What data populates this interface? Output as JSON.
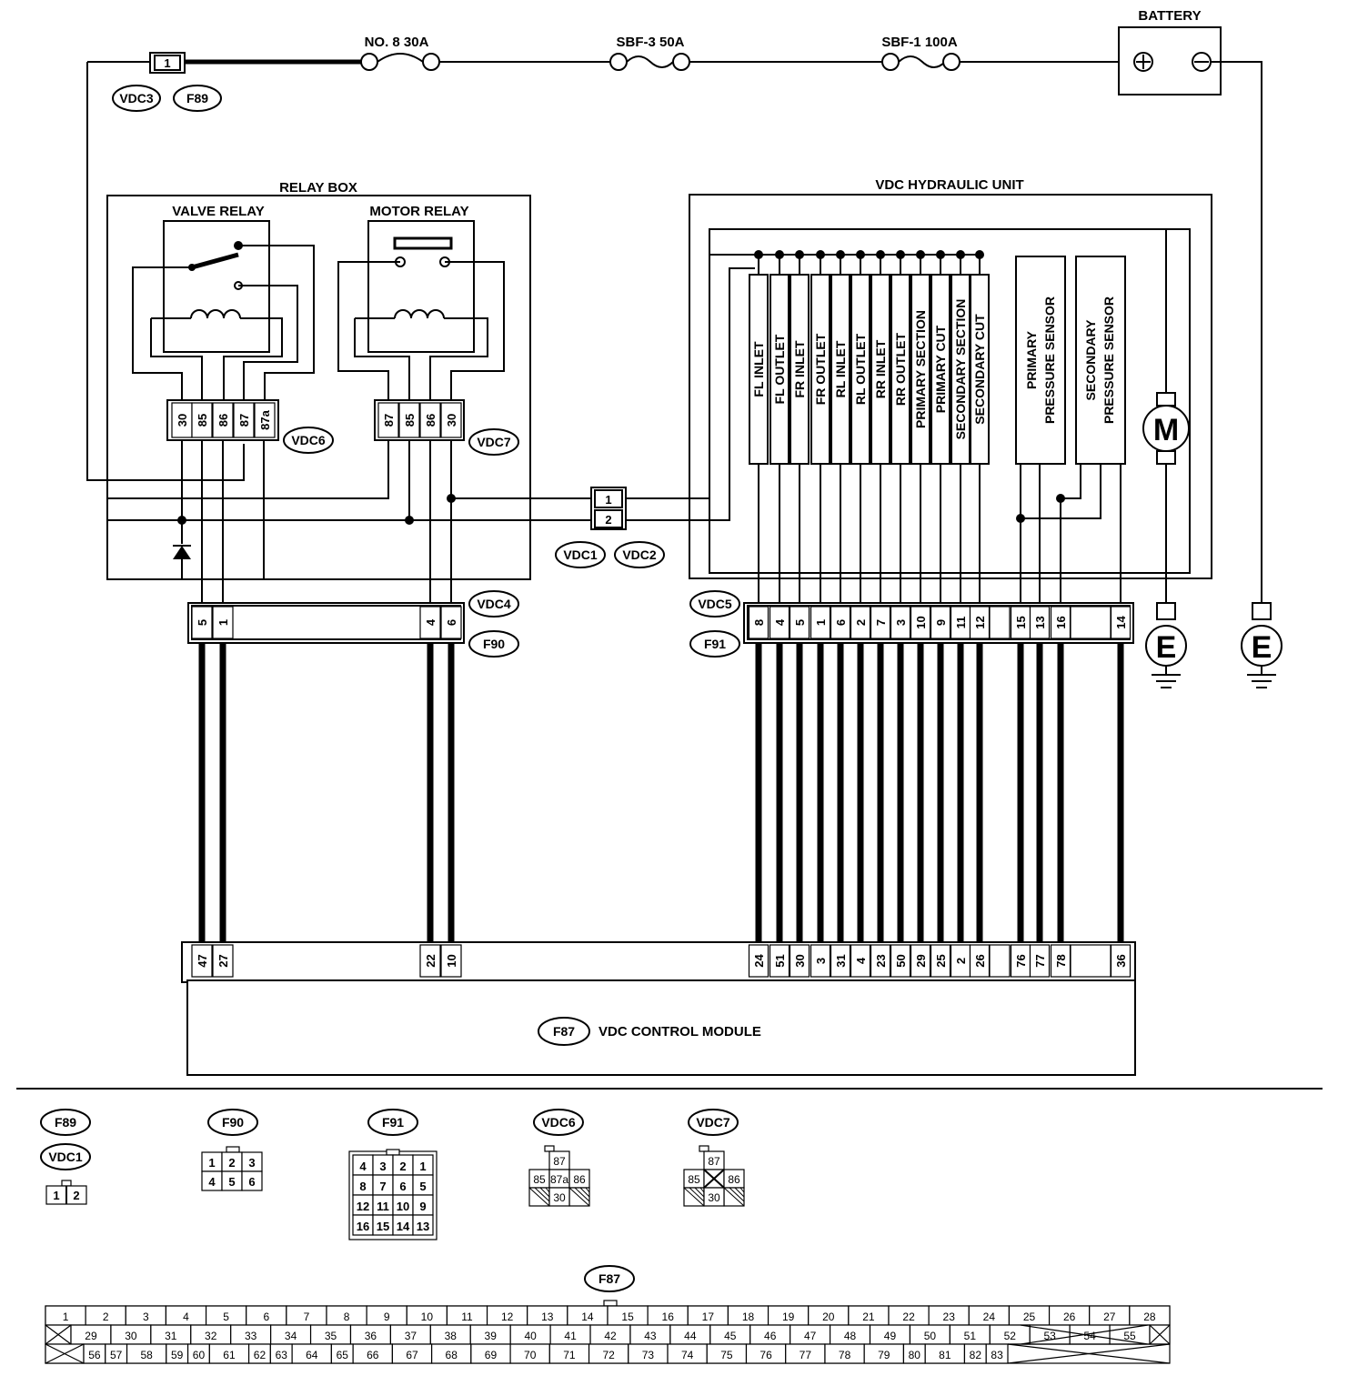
{
  "labels": {
    "battery": "BATTERY",
    "fuse_no8": "NO. 8 30A",
    "fuse_sbf3": "SBF-3 50A",
    "fuse_sbf1": "SBF-1 100A",
    "relay_box": "RELAY BOX",
    "valve_relay": "VALVE RELAY",
    "motor_relay": "MOTOR RELAY",
    "hydraulic_unit": "VDC HYDRAULIC UNIT",
    "control_module": "VDC CONTROL MODULE",
    "motor": "M",
    "ground": "E",
    "plus": "+",
    "minus": "−"
  },
  "connectors": {
    "vdc3": "VDC3",
    "f89": "F89",
    "vdc6": "VDC6",
    "vdc7": "VDC7",
    "vdc1": "VDC1",
    "vdc2": "VDC2",
    "vdc4": "VDC4",
    "f90": "F90",
    "vdc5": "VDC5",
    "f91": "F91",
    "f87": "F87"
  },
  "fusible_pin": "1",
  "valve_relay_pins": [
    "30",
    "85",
    "86",
    "87",
    "87a"
  ],
  "motor_relay_pins": [
    "87",
    "85",
    "86",
    "30"
  ],
  "vdc1_pins": [
    "1",
    "2"
  ],
  "f90_pins": [
    "5",
    "1",
    "4",
    "6"
  ],
  "hydraulic_channels": [
    {
      "name": "FL INLET",
      "pin": "8",
      "module_pin": "24"
    },
    {
      "name": "FL OUTLET",
      "pin": "4",
      "module_pin": "51"
    },
    {
      "name": "FR INLET",
      "pin": "5",
      "module_pin": "30"
    },
    {
      "name": "FR OUTLET",
      "pin": "1",
      "module_pin": "3"
    },
    {
      "name": "RL INLET",
      "pin": "6",
      "module_pin": "31"
    },
    {
      "name": "RL OUTLET",
      "pin": "2",
      "module_pin": "4"
    },
    {
      "name": "RR INLET",
      "pin": "7",
      "module_pin": "23"
    },
    {
      "name": "RR OUTLET",
      "pin": "3",
      "module_pin": "50"
    },
    {
      "name": "PRIMARY SECTION",
      "pin": "10",
      "module_pin": "29"
    },
    {
      "name": "PRIMARY CUT",
      "pin": "9",
      "module_pin": "25"
    },
    {
      "name": "SECONDARY SECTION",
      "pin": "11",
      "module_pin": "2"
    },
    {
      "name": "SECONDARY CUT",
      "pin": "12",
      "module_pin": "26"
    }
  ],
  "sensors": [
    {
      "line1": "PRIMARY",
      "line2": "PRESSURE SENSOR"
    },
    {
      "line1": "SECONDARY",
      "line2": "PRESSURE SENSOR"
    }
  ],
  "f91_sensor_pins": [
    "15",
    "13",
    "16",
    "14"
  ],
  "module_left_pins": [
    "47",
    "27",
    "22",
    "10"
  ],
  "module_sensor_pins": [
    "76",
    "77",
    "78",
    "36"
  ],
  "legend": {
    "f90_rows": [
      [
        "1",
        "2",
        "3"
      ],
      [
        "4",
        "5",
        "6"
      ]
    ],
    "f91_rows": [
      [
        "4",
        "3",
        "2",
        "1"
      ],
      [
        "8",
        "7",
        "6",
        "5"
      ],
      [
        "12",
        "11",
        "10",
        "9"
      ],
      [
        "16",
        "15",
        "14",
        "13"
      ]
    ],
    "vdc6": {
      "top": "87",
      "mid": [
        "85",
        "87a",
        "86"
      ],
      "bot": "30"
    },
    "vdc7": {
      "top": "87",
      "mid": [
        "85",
        "",
        "86"
      ],
      "bot": "30"
    },
    "f87_row1": [
      "1",
      "2",
      "3",
      "4",
      "5",
      "6",
      "7",
      "8",
      "9",
      "10",
      "11",
      "12",
      "13",
      "14",
      "15",
      "16",
      "17",
      "18",
      "19",
      "20",
      "21",
      "22",
      "23",
      "24",
      "25",
      "26",
      "27",
      "28"
    ],
    "f87_row2": [
      "29",
      "30",
      "31",
      "32",
      "33",
      "34",
      "35",
      "36",
      "37",
      "38",
      "39",
      "40",
      "41",
      "42",
      "43",
      "44",
      "45",
      "46",
      "47",
      "48",
      "49",
      "50",
      "51",
      "52",
      "53",
      "54",
      "55"
    ],
    "f87_row3": [
      "56",
      "57",
      "58",
      "59",
      "60",
      "61",
      "62",
      "63",
      "64",
      "65",
      "66",
      "67",
      "68",
      "69",
      "70",
      "71",
      "72",
      "73",
      "74",
      "75",
      "76",
      "77",
      "78",
      "79",
      "80",
      "81",
      "82",
      "83"
    ]
  }
}
